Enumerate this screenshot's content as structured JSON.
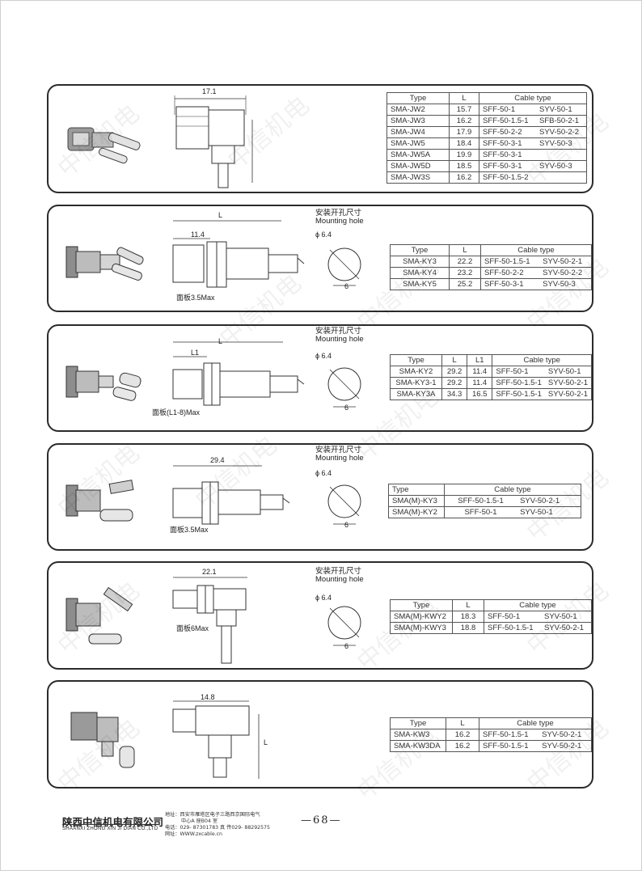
{
  "mounting_hole": {
    "cn": "安装开孔尺寸",
    "en": "Mounting hole",
    "dia": "ϕ 6.4",
    "flat": "6"
  },
  "panels": [
    {
      "dims": {
        "top": "17.1"
      },
      "table": {
        "headers": [
          "Type",
          "L",
          "Cable type"
        ],
        "rows": [
          [
            "SMA-JW2",
            "15.7",
            "SFF-50-1",
            "SYV-50-1"
          ],
          [
            "SMA-JW3",
            "16.2",
            "SFF-50-1.5-1",
            "SFB-50-2-1"
          ],
          [
            "SMA-JW4",
            "17.9",
            "SFF-50-2-2",
            "SYV-50-2-2"
          ],
          [
            "SMA-JW5",
            "18.4",
            "SFF-50-3-1",
            "SYV-50-3"
          ],
          [
            "SMA-JW5A",
            "19.9",
            "SFF-50-3-1",
            ""
          ],
          [
            "SMA-JW5D",
            "18.5",
            "SFF-50-3-1",
            "SYV-50-3"
          ],
          [
            "SMA-JW3S",
            "16.2",
            "SFF-50-1.5-2",
            ""
          ]
        ]
      }
    },
    {
      "dims": {
        "top": "L",
        "sub": "11.4",
        "note": "面板3.5Max"
      },
      "table": {
        "headers": [
          "Type",
          "L",
          "Cable type"
        ],
        "rows": [
          [
            "SMA-KY3",
            "22.2",
            "SFF-50-1.5-1",
            "SYV-50-2-1"
          ],
          [
            "SMA-KY4",
            "23.2",
            "SFF-50-2-2",
            "SYV-50-2-2"
          ],
          [
            "SMA-KY5",
            "25.2",
            "SFF-50-3-1",
            "SYV-50-3"
          ]
        ]
      }
    },
    {
      "dims": {
        "top": "L",
        "sub": "L1",
        "note": "面板(L1-8)Max"
      },
      "table": {
        "headers": [
          "Type",
          "L",
          "L1",
          "Cable type"
        ],
        "rows": [
          [
            "SMA-KY2",
            "29.2",
            "11.4",
            "SFF-50-1",
            "SYV-50-1"
          ],
          [
            "SMA-KY3-1",
            "29.2",
            "11.4",
            "SFF-50-1.5-1",
            "SYV-50-2-1"
          ],
          [
            "SMA-KY3A",
            "34.3",
            "16.5",
            "SFF-50-1.5-1",
            "SYV-50-2-1"
          ]
        ]
      }
    },
    {
      "dims": {
        "top": "29.4",
        "note": "面板3.5Max"
      },
      "table": {
        "headers": [
          "Type",
          "Cable type"
        ],
        "rows": [
          [
            "SMA(M)-KY3",
            "SFF-50-1.5-1",
            "SYV-50-2-1"
          ],
          [
            "SMA(M)-KY2",
            "SFF-50-1",
            "SYV-50-1"
          ]
        ]
      }
    },
    {
      "dims": {
        "top": "22.1",
        "note": "面板6Max"
      },
      "table": {
        "headers": [
          "Type",
          "L",
          "Cable type"
        ],
        "rows": [
          [
            "SMA(M)-KWY2",
            "18.3",
            "SFF-50-1",
            "SYV-50-1"
          ],
          [
            "SMA(M)-KWY3",
            "18.8",
            "SFF-50-1.5-1",
            "SYV-50-2-1"
          ]
        ]
      }
    },
    {
      "dims": {
        "top": "14.8",
        "side": "L"
      },
      "table": {
        "headers": [
          "Type",
          "L",
          "Cable type"
        ],
        "rows": [
          [
            "SMA-KW3",
            "16.2",
            "SFF-50-1.5-1",
            "SYV-50-2-1"
          ],
          [
            "SMA-KW3DA",
            "16.2",
            "SFF-50-1.5-1",
            "SYV-50-2-1"
          ]
        ]
      }
    }
  ],
  "watermark": "中信机电",
  "footer": {
    "company_cn": "陕西中信机电有限公司",
    "company_en": "SHAANXI ZHONG XIN JI DIAN CO.,LTD",
    "address_1": "地址：西安市雁塔区电子三路西京国际电气",
    "address_2": "中心A 座B04 室",
    "phone": "电话：029- 87301783      真 传029- 88292575",
    "web": "网址：WWW.zxcable.cn",
    "page": "—68—"
  }
}
